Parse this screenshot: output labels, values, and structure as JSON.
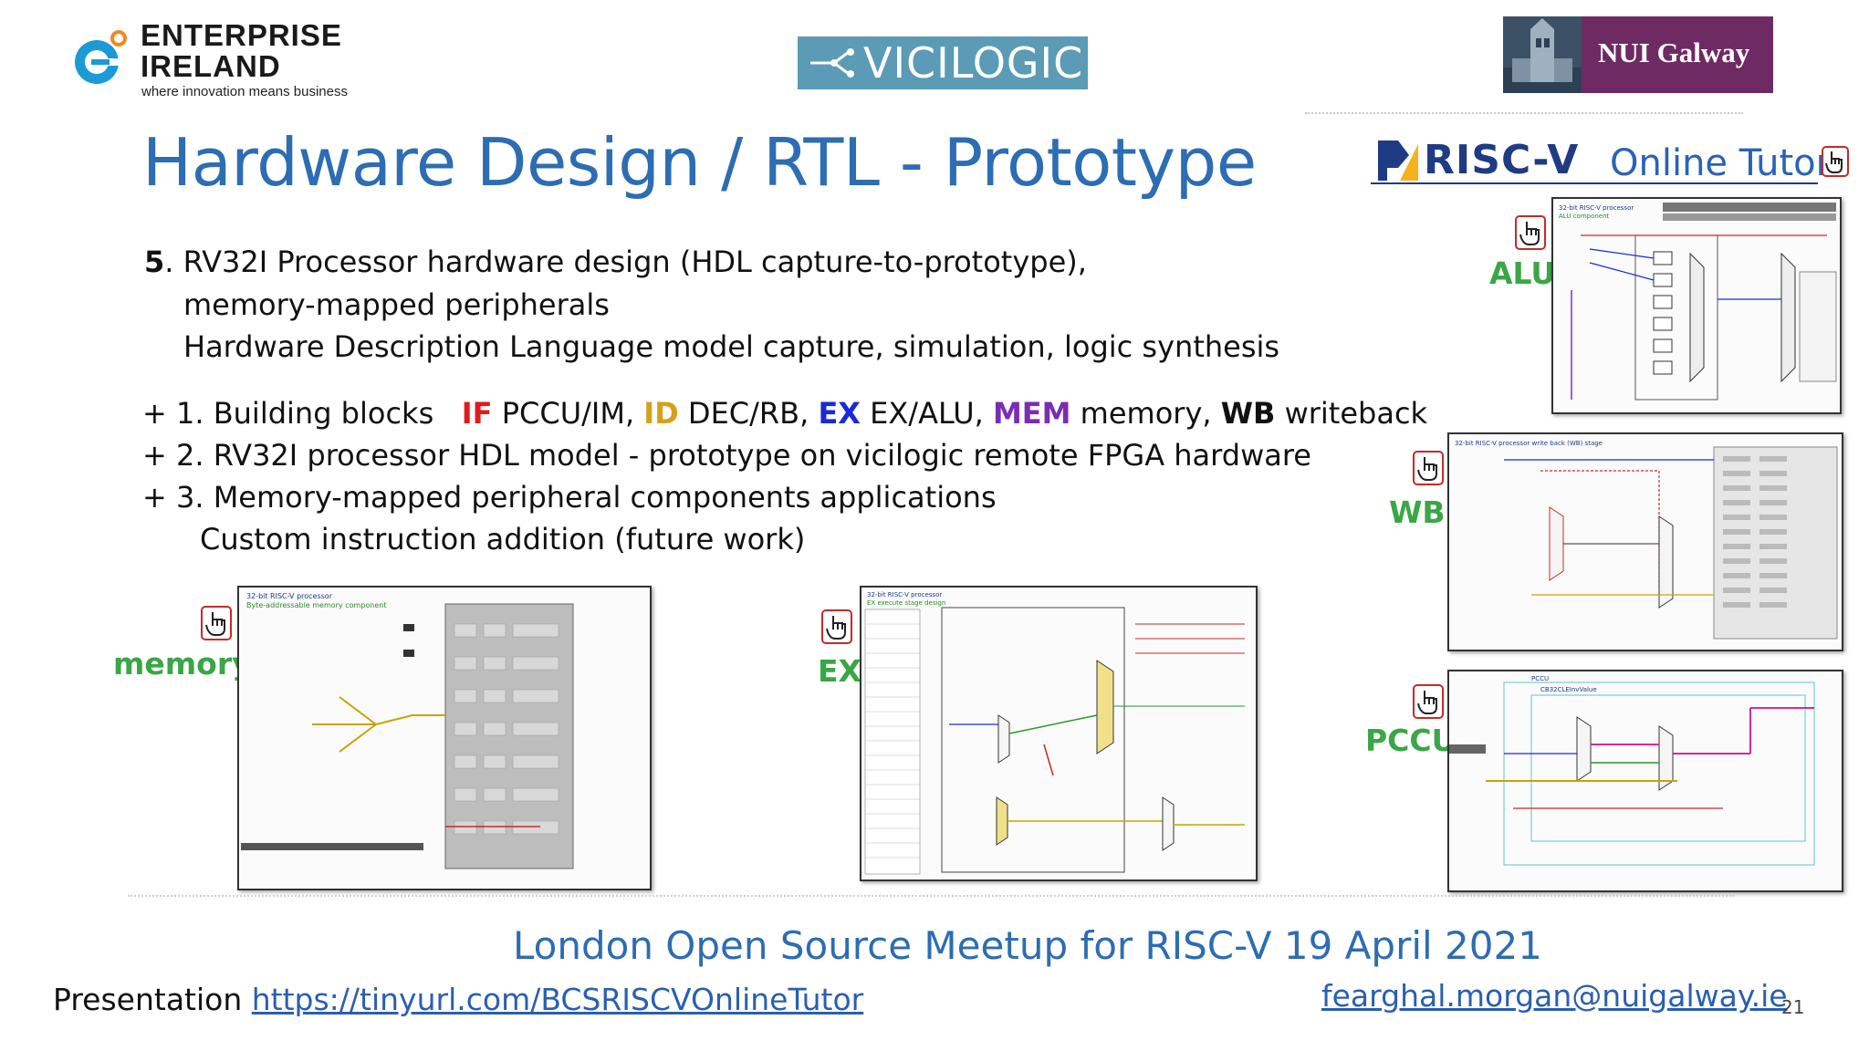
{
  "header": {
    "enterprise_ireland": {
      "line1": "ENTERPRISE",
      "line2": "IRELAND",
      "tagline": "where innovation means business",
      "icon": "enterprise-ireland-logo"
    },
    "vicilogic": {
      "text": "VICILOGIC",
      "icon": "vicilogic-logo"
    },
    "nui_galway": {
      "text": "NUI Galway",
      "icon": "nui-galway-logo"
    }
  },
  "title": "Hardware Design / RTL - Prototype",
  "risc_v_logo": {
    "word": "RISC-V",
    "tutor": "Online Tutor",
    "icon": "risc-v-logo"
  },
  "intro": {
    "number": "5",
    "line1": ". RV32I Processor hardware design (HDL capture-to-prototype),",
    "line2": "memory-mapped peripherals",
    "line3": "Hardware Description Language model capture, simulation, logic synthesis"
  },
  "items": {
    "item1": {
      "prefix": "+ 1. Building blocks",
      "if_tag": "IF",
      "if_text": "PCCU/IM,",
      "id_tag": "ID",
      "id_text": "DEC/RB,",
      "ex_tag": "EX",
      "ex_text": "EX/ALU,",
      "mem_tag": "MEM",
      "mem_text": "memory,",
      "wb_tag": "WB",
      "wb_text": "writeback"
    },
    "item2": "+ 2. RV32I processor HDL model - prototype on vicilogic remote FPGA hardware",
    "item3": "+ 3. Memory-mapped peripheral components applications",
    "item3b": "Custom instruction addition (future work)"
  },
  "panels": {
    "memory": {
      "label": "memory",
      "title": "32-bit RISC-V processor",
      "subtitle": "Byte-addressable memory component"
    },
    "ex": {
      "label": "EX",
      "title": "32-bit RISC-V processor",
      "subtitle": "EX execute stage design"
    },
    "alu": {
      "label": "ALU",
      "title": "32-bit RISC-V processor",
      "subtitle": "ALU component"
    },
    "wb": {
      "label": "WB",
      "title": "32-bit RISC-V processor write back (WB) stage"
    },
    "pccu": {
      "label": "PCCU",
      "title": "PCCU",
      "subtitle": "CB32CLEInvValue"
    }
  },
  "footer": {
    "event": "London Open Source Meetup for RISC-V 19 April 2021",
    "presentation_label": "Presentation",
    "presentation_link": "https://tinyurl.com/BCSRISCVOnlineTutor",
    "email": "fearghal.morgan@nuigalway.ie",
    "slide_number": "21"
  },
  "colors": {
    "title_blue": "#2c6db3",
    "label_green": "#3aa645",
    "if_red": "#e11b1b",
    "id_gold": "#d4a11a",
    "ex_blue": "#1a2ad6",
    "mem_purple": "#7a2db3"
  }
}
